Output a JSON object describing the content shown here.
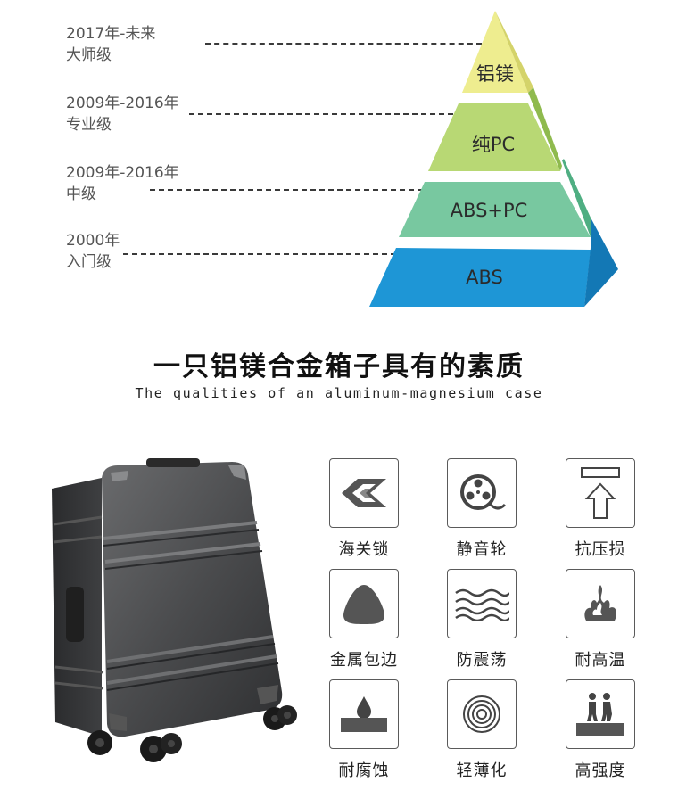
{
  "tiers": [
    {
      "period": "2017年-未来",
      "grade": "大师级",
      "material": "铝镁"
    },
    {
      "period": "2009年-2016年",
      "grade": "专业级",
      "material": "纯PC"
    },
    {
      "period": "2009年-2016年",
      "grade": "中级",
      "material": "ABS+PC"
    },
    {
      "period": "2000年",
      "grade": "入门级",
      "material": "ABS"
    }
  ],
  "colors": {
    "tier1_front": "#eeed8f",
    "tier1_side": "#d4d36a",
    "tier2_front": "#b8d874",
    "tier2_side": "#8fba4e",
    "tier3_front": "#78c8a0",
    "tier3_side": "#4fae82",
    "tier4_front": "#1e96d6",
    "tier4_side": "#1378b5"
  },
  "heading": {
    "title": "一只铝镁合金箱子具有的素质",
    "subtitle": "The qualities of an aluminum-magnesium case"
  },
  "features": [
    {
      "label": "海关锁",
      "icon": "customs-lock-icon"
    },
    {
      "label": "静音轮",
      "icon": "silent-wheel-icon"
    },
    {
      "label": "抗压损",
      "icon": "pressure-resistant-icon"
    },
    {
      "label": "金属包边",
      "icon": "metal-edge-icon"
    },
    {
      "label": "防震荡",
      "icon": "shockproof-icon"
    },
    {
      "label": "耐高温",
      "icon": "heat-resistant-icon"
    },
    {
      "label": "耐腐蚀",
      "icon": "corrosion-resistant-icon"
    },
    {
      "label": "轻薄化",
      "icon": "lightweight-icon"
    },
    {
      "label": "高强度",
      "icon": "high-strength-icon"
    }
  ]
}
